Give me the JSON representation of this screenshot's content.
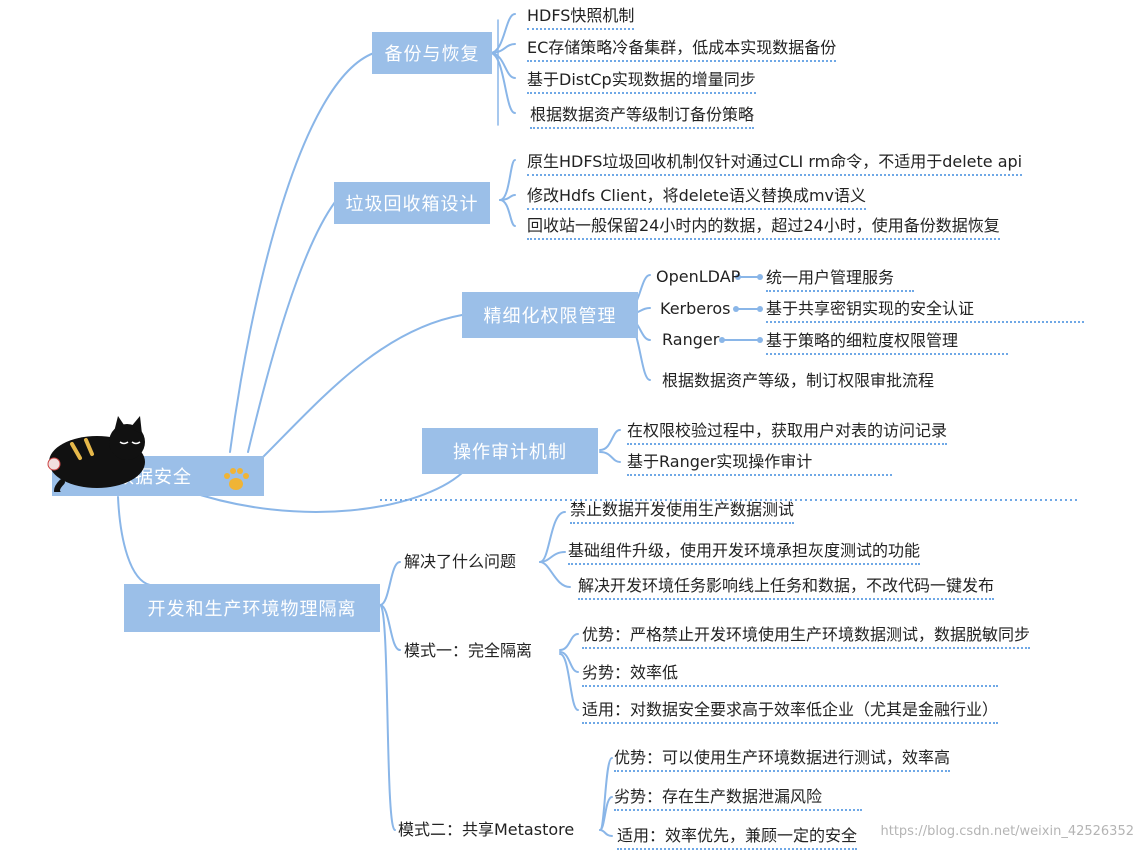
{
  "root": {
    "label": "数据安全"
  },
  "branches": {
    "backup": {
      "label": "备份与恢复",
      "items": [
        "HDFS快照机制",
        "EC存储策略冷备集群，低成本实现数据备份",
        "基于DistCp实现数据的增量同步",
        "根据数据资产等级制订备份策略"
      ]
    },
    "trash": {
      "label": "垃圾回收箱设计",
      "items": [
        "原生HDFS垃圾回收机制仅针对通过CLI rm命令，不适用于delete api",
        "修改Hdfs Client，将delete语义替换成mv语义",
        "回收站一般保留24小时内的数据，超过24小时，使用备份数据恢复"
      ]
    },
    "permission": {
      "label": "精细化权限管理",
      "tools": [
        {
          "name": "OpenLDAP",
          "desc": "统一用户管理服务"
        },
        {
          "name": "Kerberos",
          "desc": "基于共享密钥实现的安全认证"
        },
        {
          "name": "Ranger",
          "desc": "基于策略的细粒度权限管理"
        }
      ],
      "extra": "根据数据资产等级，制订权限审批流程"
    },
    "audit": {
      "label": "操作审计机制",
      "items": [
        "在权限校验过程中，获取用户对表的访问记录",
        "基于Ranger实现操作审计"
      ]
    },
    "isolation": {
      "label": "开发和生产环境物理隔离",
      "problems": {
        "label": "解决了什么问题",
        "items": [
          "禁止数据开发使用生产数据测试",
          "基础组件升级，使用开发环境承担灰度测试的功能",
          "解决开发环境任务影响线上任务和数据，不改代码一键发布"
        ]
      },
      "mode1": {
        "label": "模式一：完全隔离",
        "items": [
          "优势：严格禁止开发环境使用生产环境数据测试，数据脱敏同步",
          "劣势：效率低",
          "适用：对数据安全要求高于效率低企业（尤其是金融行业）"
        ]
      },
      "mode2": {
        "label": "模式二：共享Metastore",
        "items": [
          "优势：可以使用生产环境数据进行测试，效率高",
          "劣势：存在生产数据泄漏风险",
          "适用：效率优先，兼顾一定的安全"
        ]
      }
    }
  },
  "watermark": "https://blog.csdn.net/weixin_42526352",
  "colors": {
    "node": "#9bbfe8",
    "line": "#8ab6e8",
    "underline": "#6fa8e6"
  },
  "icons": [
    "cat-icon",
    "paw-icon"
  ]
}
